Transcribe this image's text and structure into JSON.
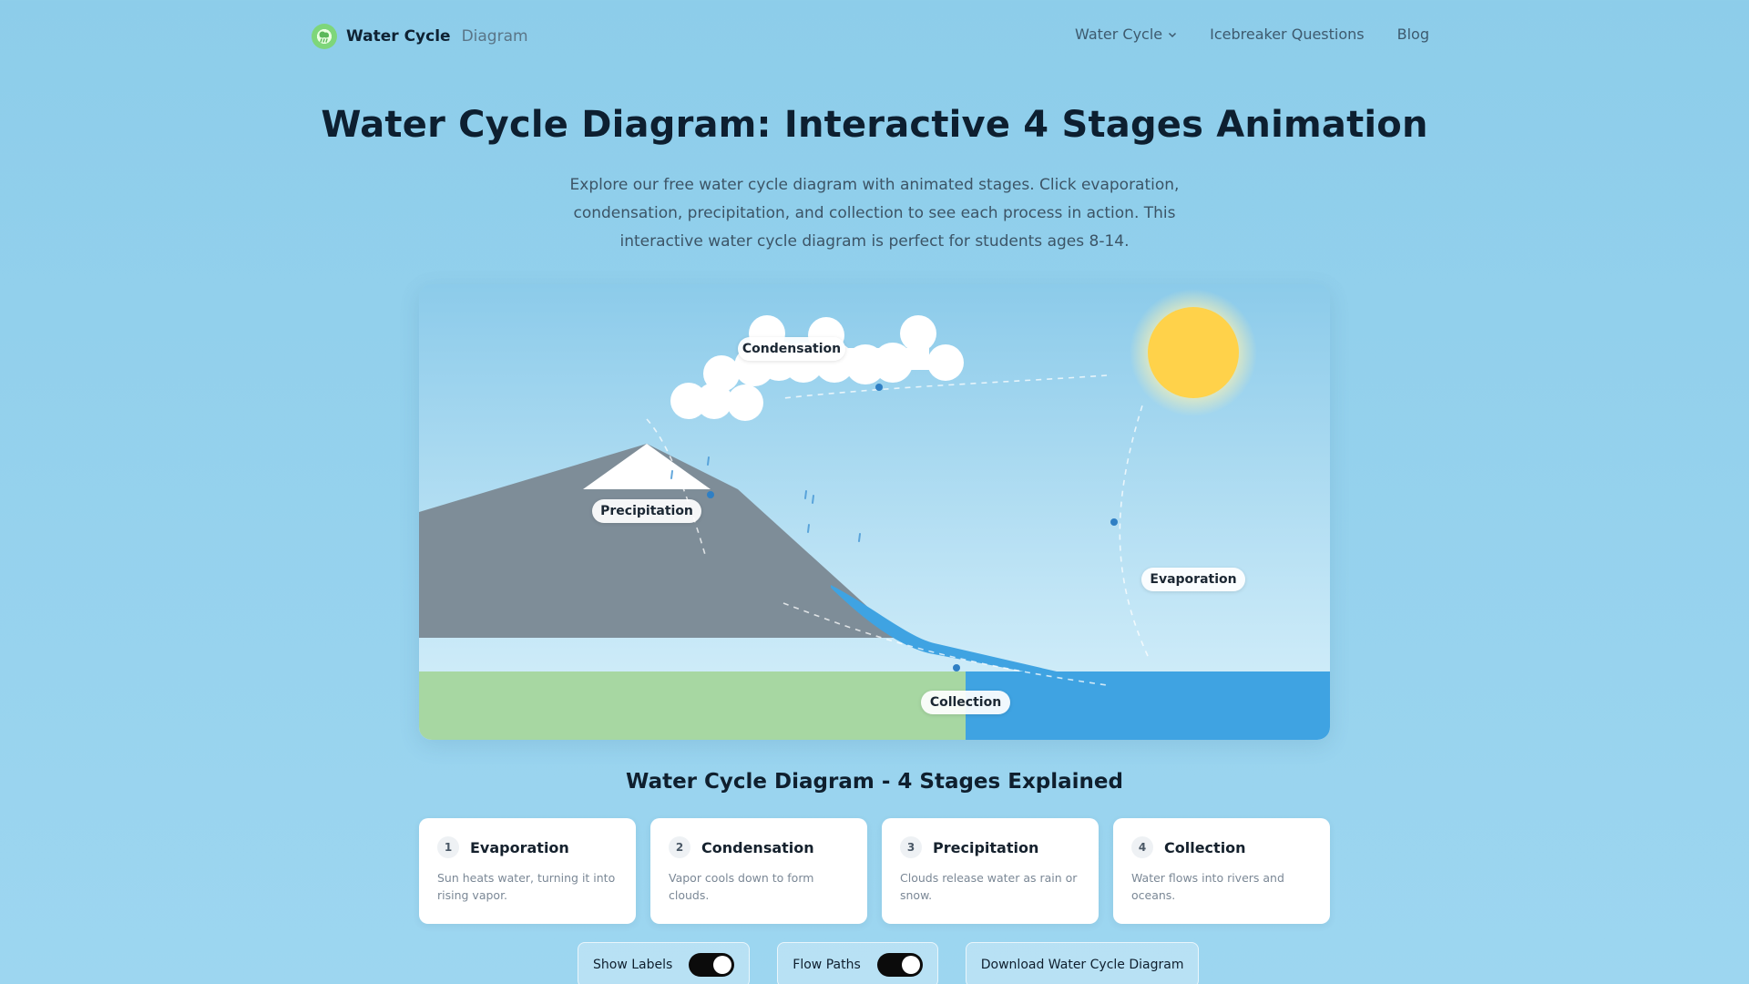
{
  "nav": {
    "brand_main": "Water Cycle",
    "brand_sub": "Diagram",
    "links": [
      {
        "label": "Water Cycle",
        "dropdown": true
      },
      {
        "label": "Icebreaker Questions"
      },
      {
        "label": "Blog"
      }
    ]
  },
  "hero": {
    "title": "Water Cycle Diagram: Interactive 4 Stages Animation",
    "intro": "Explore our free water cycle diagram with animated stages. Click evaporation, condensation, precipitation, and collection to see each process in action. This interactive water cycle diagram is perfect for students ages 8-14."
  },
  "diagram": {
    "labels": {
      "condensation": "Condensation",
      "precipitation": "Precipitation",
      "evaporation": "Evaporation",
      "collection": "Collection"
    },
    "colors": {
      "sky_top": "#8ccbea",
      "sky_bottom": "#d9f1fb",
      "mountain": "#7e8d98",
      "snow": "#ffffff",
      "grass": "#a7d7a2",
      "water": "#3fa3e2",
      "sun": "#ffd24a",
      "flow_dot": "#2f7fc4"
    }
  },
  "stages": {
    "section_title": "Water Cycle Diagram - 4 Stages Explained",
    "cards": [
      {
        "num": "1",
        "title": "Evaporation",
        "desc": "Sun heats water, turning it into rising vapor."
      },
      {
        "num": "2",
        "title": "Condensation",
        "desc": "Vapor cools down to form clouds."
      },
      {
        "num": "3",
        "title": "Precipitation",
        "desc": "Clouds release water as rain or snow."
      },
      {
        "num": "4",
        "title": "Collection",
        "desc": "Water flows into rivers and oceans."
      }
    ]
  },
  "controls": {
    "show_labels": {
      "label": "Show Labels",
      "on": true
    },
    "flow_paths": {
      "label": "Flow Paths",
      "on": true
    },
    "download": "Download Water Cycle Diagram"
  }
}
